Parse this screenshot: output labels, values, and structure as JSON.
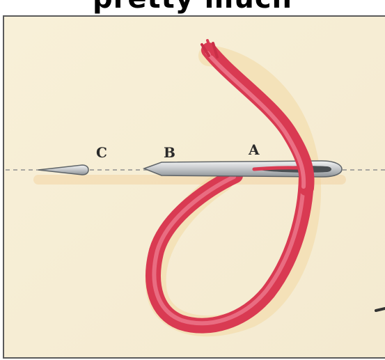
{
  "header": {
    "fragment_text": "pretty much"
  },
  "diagram": {
    "point_labels": {
      "a": "A",
      "b": "B",
      "c": "C"
    },
    "colors": {
      "paper": "#f7efd6",
      "frame": "#555555",
      "guide_line": "#8f8f8f",
      "needle": "#c9cbcd",
      "thread": "#e0485e",
      "thread_shadow": "#f3d9a6"
    }
  }
}
